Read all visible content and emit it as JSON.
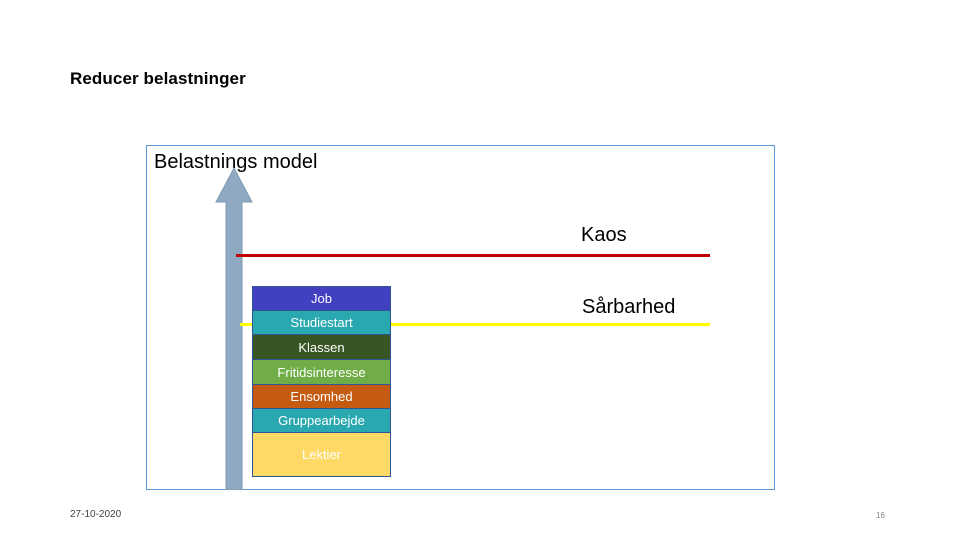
{
  "slide": {
    "title": "Reducer belastninger",
    "box_title": "Belastnings model",
    "labels": {
      "kaos": "Kaos",
      "saarbarhed": "Sårbarhed"
    },
    "stack": [
      {
        "label": "Job",
        "color": "#4040c0"
      },
      {
        "label": "Studiestart",
        "color": "#2aa8b0"
      },
      {
        "label": "Klassen",
        "color": "#375623"
      },
      {
        "label": "Fritidsinteresse",
        "color": "#70ad47"
      },
      {
        "label": "Ensomhed",
        "color": "#c55a11"
      },
      {
        "label": "Gruppearbejde",
        "color": "#2aa8b0"
      },
      {
        "label": "Lektier",
        "color": "#ffd966"
      }
    ],
    "lines": {
      "red_color": "#c00000",
      "yellow_color": "#ffff00"
    },
    "arrow_color": "#8ea9c1",
    "footer": {
      "date": "27-10-2020",
      "page": "16"
    }
  }
}
